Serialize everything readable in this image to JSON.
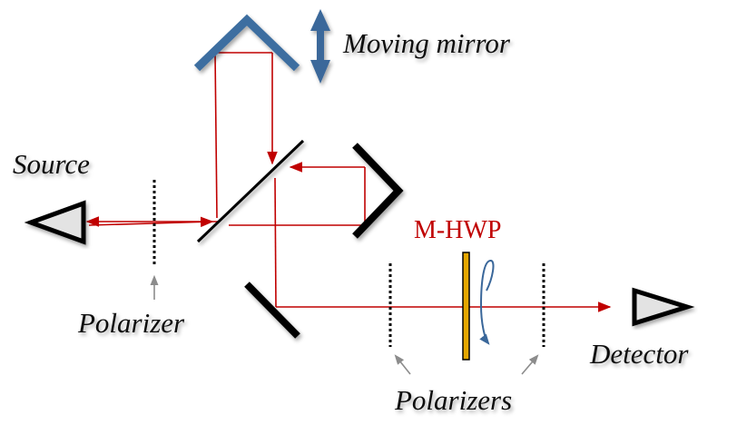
{
  "labels": {
    "moving_mirror": "Moving mirror",
    "source": "Source",
    "polarizer": "Polarizer",
    "m_hwp": "M-HWP",
    "detector": "Detector",
    "polarizers": "Polarizers"
  },
  "colors": {
    "beam": "#c00000",
    "moving_mirror": "#3c6ea0",
    "motion_arrow": "#3a679a",
    "fixed_mirror": "#000000",
    "hwp_fill": "#e6a800",
    "rotation_arrow": "#3a679a",
    "triangle_fill": "#e3e3e3",
    "pointer": "#8c8c8c",
    "m_hwp_label": "#c00000"
  },
  "icons": {
    "source": "triangle-pointing-left",
    "detector": "triangle-pointing-right",
    "motion": "double-headed-vertical-arrow",
    "rotation": "circular-rotation-arrow"
  }
}
